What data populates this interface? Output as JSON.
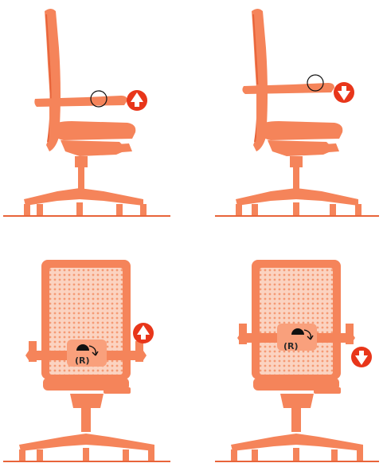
{
  "colors": {
    "chair_fill": "#f5845a",
    "chair_stroke": "#e8643a",
    "accent_arrow": "#e8361a",
    "mesh_dot": "#f7b397",
    "background": "#ffffff"
  },
  "panels": [
    {
      "view": "side",
      "arrow": "up",
      "icon": "arrow-up-icon"
    },
    {
      "view": "side",
      "arrow": "down",
      "icon": "arrow-down-icon"
    },
    {
      "view": "front",
      "arrow": "up",
      "icon": "arrow-up-icon",
      "knob_label": "(R)"
    },
    {
      "view": "front",
      "arrow": "down",
      "icon": "arrow-down-icon",
      "knob_label": "(R)"
    }
  ]
}
